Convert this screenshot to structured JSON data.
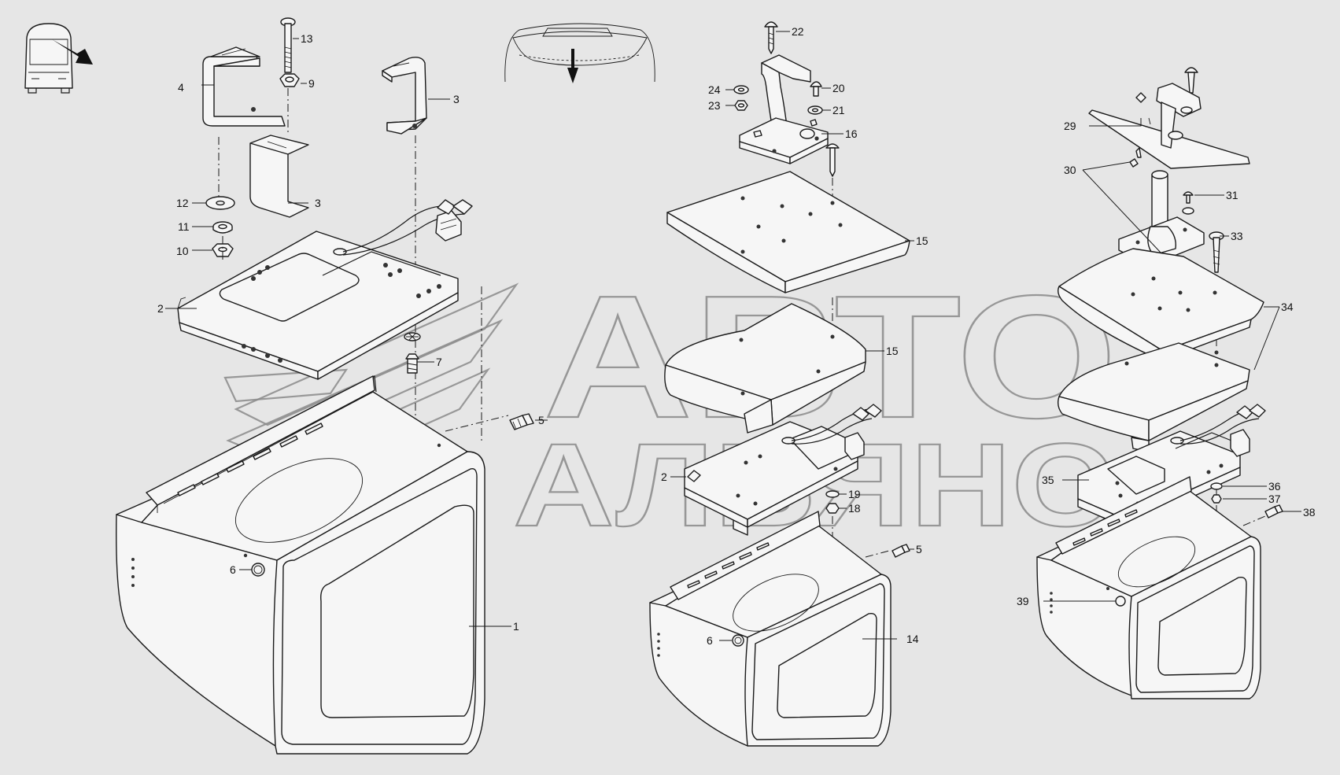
{
  "watermark": {
    "line1": "АВТО",
    "line2": "АЛЬЯНС"
  },
  "callouts": {
    "c1": "1",
    "c2a": "2",
    "c2b": "2",
    "c3a": "3",
    "c3b": "3",
    "c4": "4",
    "c5a": "5",
    "c5b": "5",
    "c6a": "6",
    "c6b": "6",
    "c7": "7",
    "c9": "9",
    "c10": "10",
    "c11": "11",
    "c12": "12",
    "c13": "13",
    "c14": "14",
    "c15a": "15",
    "c15b": "15",
    "c16": "16",
    "c18": "18",
    "c19": "19",
    "c20": "20",
    "c21": "21",
    "c22": "22",
    "c23": "23",
    "c24": "24",
    "c29": "29",
    "c30": "30",
    "c31": "31",
    "c33": "33",
    "c34": "34",
    "c35": "35",
    "c36": "36",
    "c37": "37",
    "c38": "38",
    "c39": "39"
  }
}
